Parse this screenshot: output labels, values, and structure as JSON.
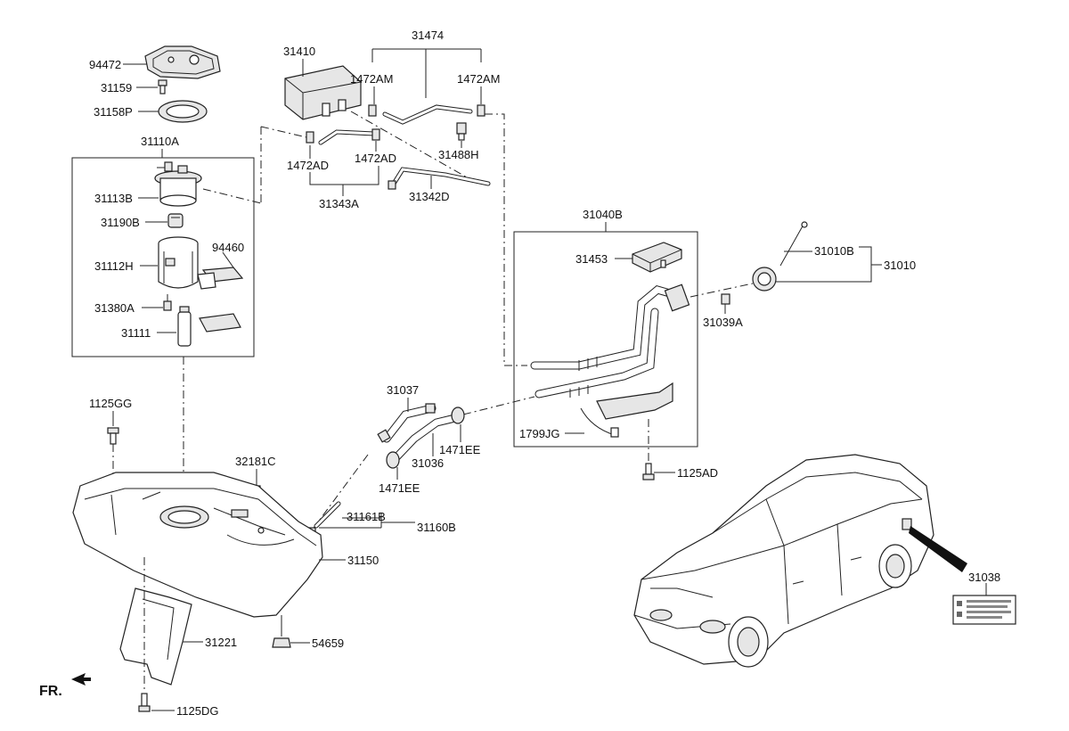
{
  "diagram": {
    "front_marker": "FR.",
    "parts": {
      "p94472": "94472",
      "p31159": "31159",
      "p31158P": "31158P",
      "p31110A": "31110A",
      "p31113B": "31113B",
      "p31190B": "31190B",
      "p31112H": "31112H",
      "p94460": "94460",
      "p31380A": "31380A",
      "p31111": "31111",
      "p31410": "31410",
      "p31474": "31474",
      "p1472AM_left": "1472AM",
      "p1472AM_right": "1472AM",
      "p31488H": "31488H",
      "p1472AD_left": "1472AD",
      "p1472AD_right": "1472AD",
      "p31343A": "31343A",
      "p31342D": "31342D",
      "p31040B": "31040B",
      "p31453": "31453",
      "p31010B": "31010B",
      "p31010": "31010",
      "p31039A": "31039A",
      "p1799JG": "1799JG",
      "p1125AD": "1125AD",
      "p31037": "31037",
      "p1471EE_right": "1471EE",
      "p31036": "31036",
      "p1471EE_left": "1471EE",
      "p1125GG": "1125GG",
      "p32181C": "32181C",
      "p31161B": "31161B",
      "p31160B": "31160B",
      "p31150": "31150",
      "p31221": "31221",
      "p54659": "54659",
      "p1125DG": "1125DG",
      "p31038": "31038"
    }
  }
}
